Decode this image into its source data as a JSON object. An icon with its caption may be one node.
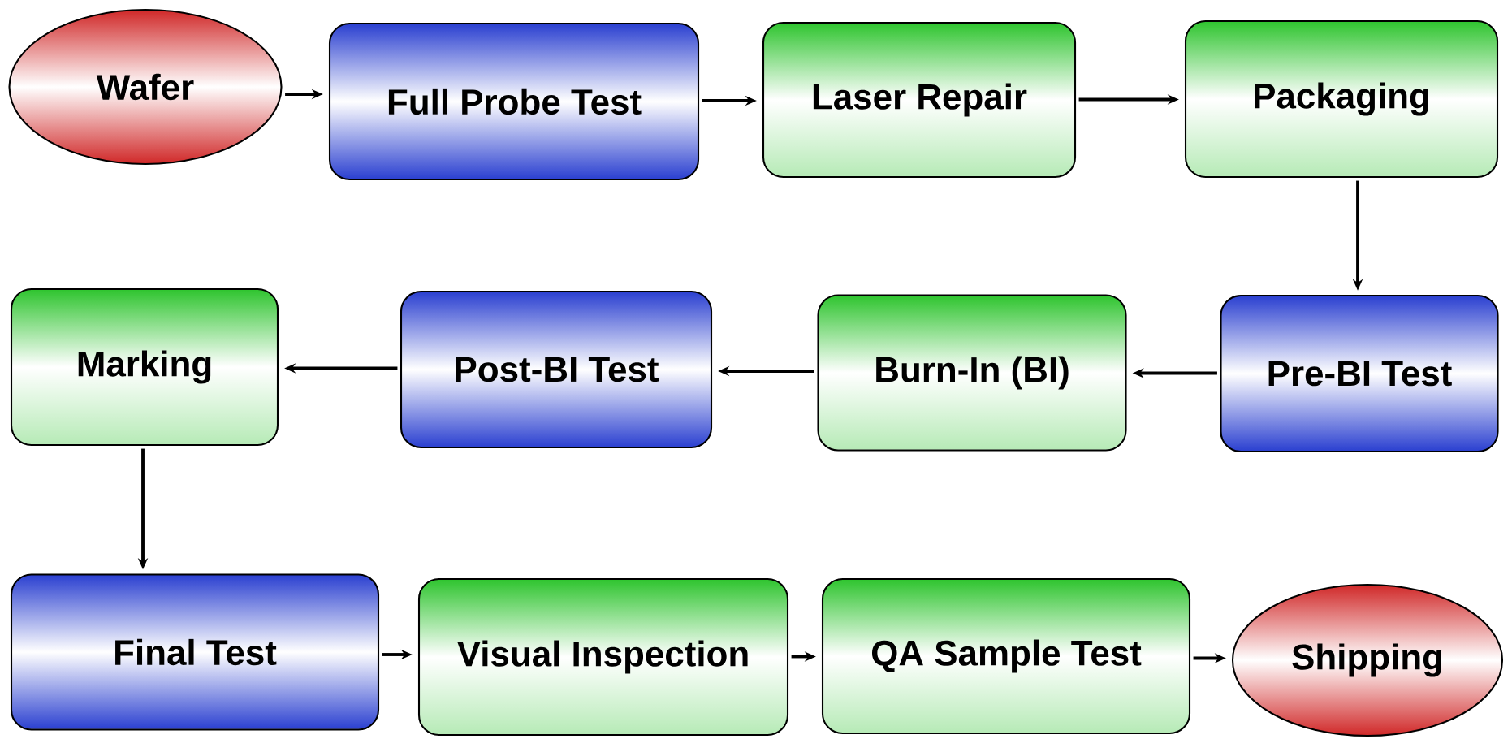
{
  "diagram": {
    "nodes": [
      {
        "text": [
          "Wafer"
        ]
      },
      {
        "text": [
          "Full Probe Test"
        ]
      },
      {
        "text": [
          "Laser Repair"
        ]
      },
      {
        "text": [
          "Packaging"
        ]
      },
      {
        "text": [
          "Pre-BI Test"
        ]
      },
      {
        "text": [
          "Burn-In (BI)"
        ]
      },
      {
        "text": [
          "Post-BI Test"
        ]
      },
      {
        "text": [
          "Marking"
        ]
      },
      {
        "text": [
          "Final Test"
        ]
      },
      {
        "text": [
          "Visual Inspection"
        ]
      },
      {
        "text": [
          "QA Sample Test"
        ]
      },
      {
        "text": [
          "Shipping"
        ]
      }
    ],
    "edges": [
      {
        "from": 0,
        "to": 1,
        "arrow": "to"
      },
      {
        "from": 1,
        "to": 2,
        "arrow": "to"
      },
      {
        "from": 2,
        "to": 3,
        "arrow": "to"
      },
      {
        "from": 3,
        "to": 4,
        "arrow": "to"
      },
      {
        "from": 4,
        "to": 5,
        "arrow": "to"
      },
      {
        "from": 5,
        "to": 6,
        "arrow": "to"
      },
      {
        "from": 6,
        "to": 7,
        "arrow": "to"
      },
      {
        "from": 7,
        "to": 8,
        "arrow": "to"
      },
      {
        "from": 8,
        "to": 9,
        "arrow": "to"
      },
      {
        "from": 9,
        "to": 10,
        "arrow": "to"
      },
      {
        "from": 10,
        "to": 11,
        "arrow": "to"
      }
    ]
  }
}
